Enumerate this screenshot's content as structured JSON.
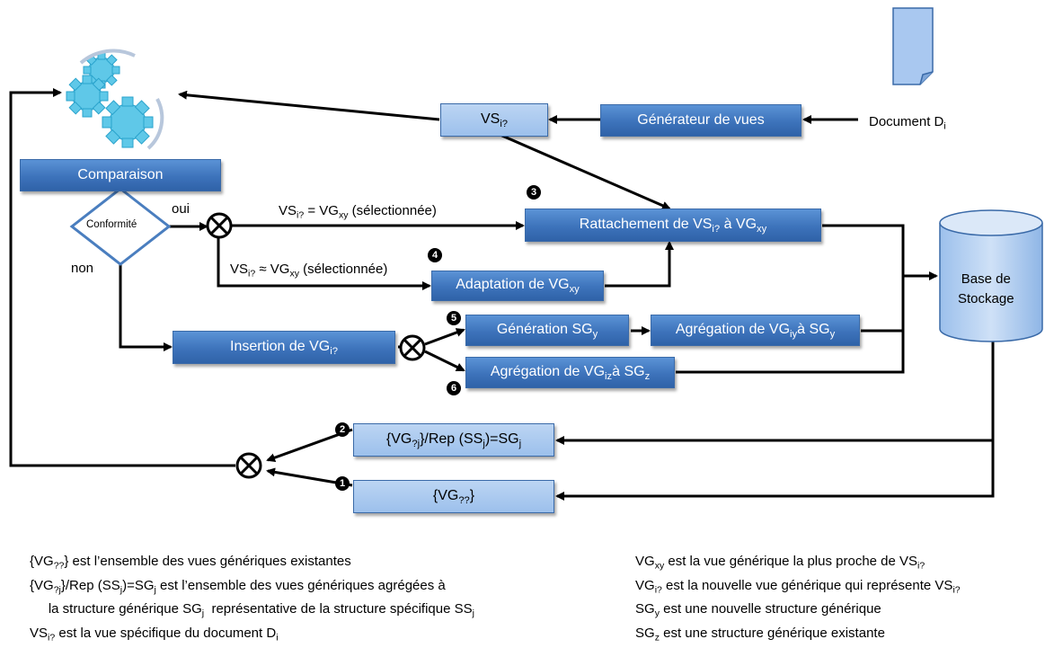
{
  "nodes": {
    "generateur": "Générateur de vues",
    "vsi": {
      "base": "VS",
      "sub": "i?"
    },
    "document": {
      "base": "Document D",
      "sub": "i"
    },
    "comparaison": "Comparaison",
    "conformite": "Conformité",
    "rattachement": {
      "a": "Rattachement de VS",
      "s1": "i?",
      "b": " à VG",
      "s2": "xy"
    },
    "adaptation": {
      "a": "Adaptation de VG",
      "s1": "xy"
    },
    "insertion": {
      "a": "Insertion de VG",
      "s1": "i?"
    },
    "generation": {
      "a": "Génération SG",
      "s1": "y"
    },
    "agregation_y": {
      "a": "Agrégation de VG",
      "s1": "iy",
      "b": "à  SG",
      "s2": "y"
    },
    "agregation_z": {
      "a": "Agrégation de VG",
      "s1": "iz",
      "b": "à SG",
      "s2": "z"
    },
    "base_stockage": [
      "Base de",
      "Stockage"
    ],
    "rep_box": {
      "a": "{VG",
      "s1": "?j",
      "b": "}/Rep (SS",
      "s2": "j",
      "c": ")=SG",
      "s3": "j"
    },
    "vg_all": {
      "a": "{VG",
      "s1": "??",
      "b": "}"
    }
  },
  "edge_labels": {
    "oui": "oui",
    "non": "non",
    "selected_eq": {
      "a": "VS",
      "s1": "i?",
      "b": " = VG",
      "s2": "xy",
      "c": " (sélectionnée)"
    },
    "selected_approx": {
      "a": "VS",
      "s1": "i?",
      "b": " ≈ VG",
      "s2": "xy",
      "c": " (sélectionnée)"
    }
  },
  "step_numbers": [
    "1",
    "2",
    "3",
    "4",
    "5",
    "6"
  ],
  "legend_left": [
    {
      "a": "{VG",
      "s1": "??",
      "b": "}  est l’ensemble des vues génériques existantes"
    },
    {
      "a": "{VG",
      "s1": "?j",
      "b": "}/Rep (SS",
      "s2": "j",
      "c": ")=SG",
      "s3": "j",
      "d": "  est l’ensemble des vues génériques agrégées à"
    },
    {
      "a": "     la structure générique SG",
      "s1": "j",
      "b": "  représentative de la structure spécifique SS",
      "s2": "j"
    },
    {
      "a": "VS",
      "s1": "i?",
      "b": "  est la vue spécifique du document D",
      "s2": "i"
    }
  ],
  "legend_right": [
    {
      "a": "VG",
      "s1": "xy",
      "b": " est la vue générique  la plus proche de VS",
      "s2": "i?"
    },
    {
      "a": "VG",
      "s1": "i?",
      "b": " est la nouvelle vue générique qui représente VS",
      "s2": "i?"
    },
    {
      "a": "SG",
      "s1": "y",
      "b": "  est une nouvelle structure générique"
    },
    {
      "a": "SG",
      "s1": "z",
      "b": "  est une structure générique existante"
    }
  ],
  "icons": [
    "gears-icon",
    "document-icon",
    "cross-circle-icon"
  ],
  "colors": {
    "box_blue": "#3d73bb",
    "box_light": "#9cc0ec",
    "gear": "#5fc8e8"
  }
}
